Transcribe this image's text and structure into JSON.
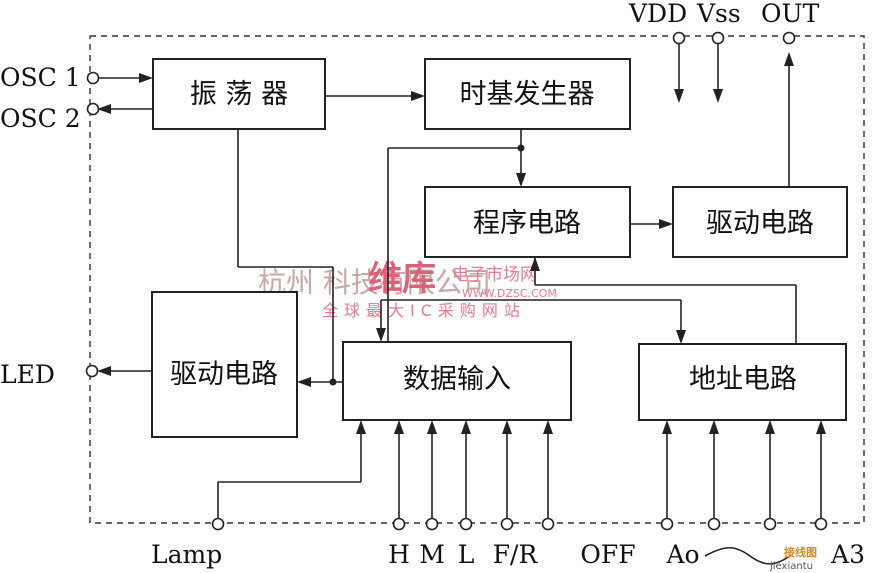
{
  "blocks": {
    "oscillator": "振 荡 器",
    "timebase": "时基发生器",
    "program": "程序电路",
    "driver_right": "驱动电路",
    "driver_left": "驱动电路",
    "data_input": "数据输入",
    "address": "地址电路"
  },
  "pins": {
    "osc1": "OSC 1",
    "osc2": "OSC 2",
    "led": "LED",
    "vdd": "VDD",
    "vss": "Vss",
    "out": "OUT",
    "lamp": "Lamp",
    "h": "H",
    "m": "M",
    "l": "L",
    "fr": "F/R",
    "off": "OFF",
    "a0": "Ao",
    "a3": "A3"
  },
  "watermark": {
    "company": "杭州      科技有限公司",
    "brand": "维库",
    "site_cn": "电子市场网",
    "url": "WWW.DZSC.COM",
    "slogan": "全球最大IC采购网站",
    "logo_cn": "接线图",
    "logo_url": "jiexiantu"
  }
}
